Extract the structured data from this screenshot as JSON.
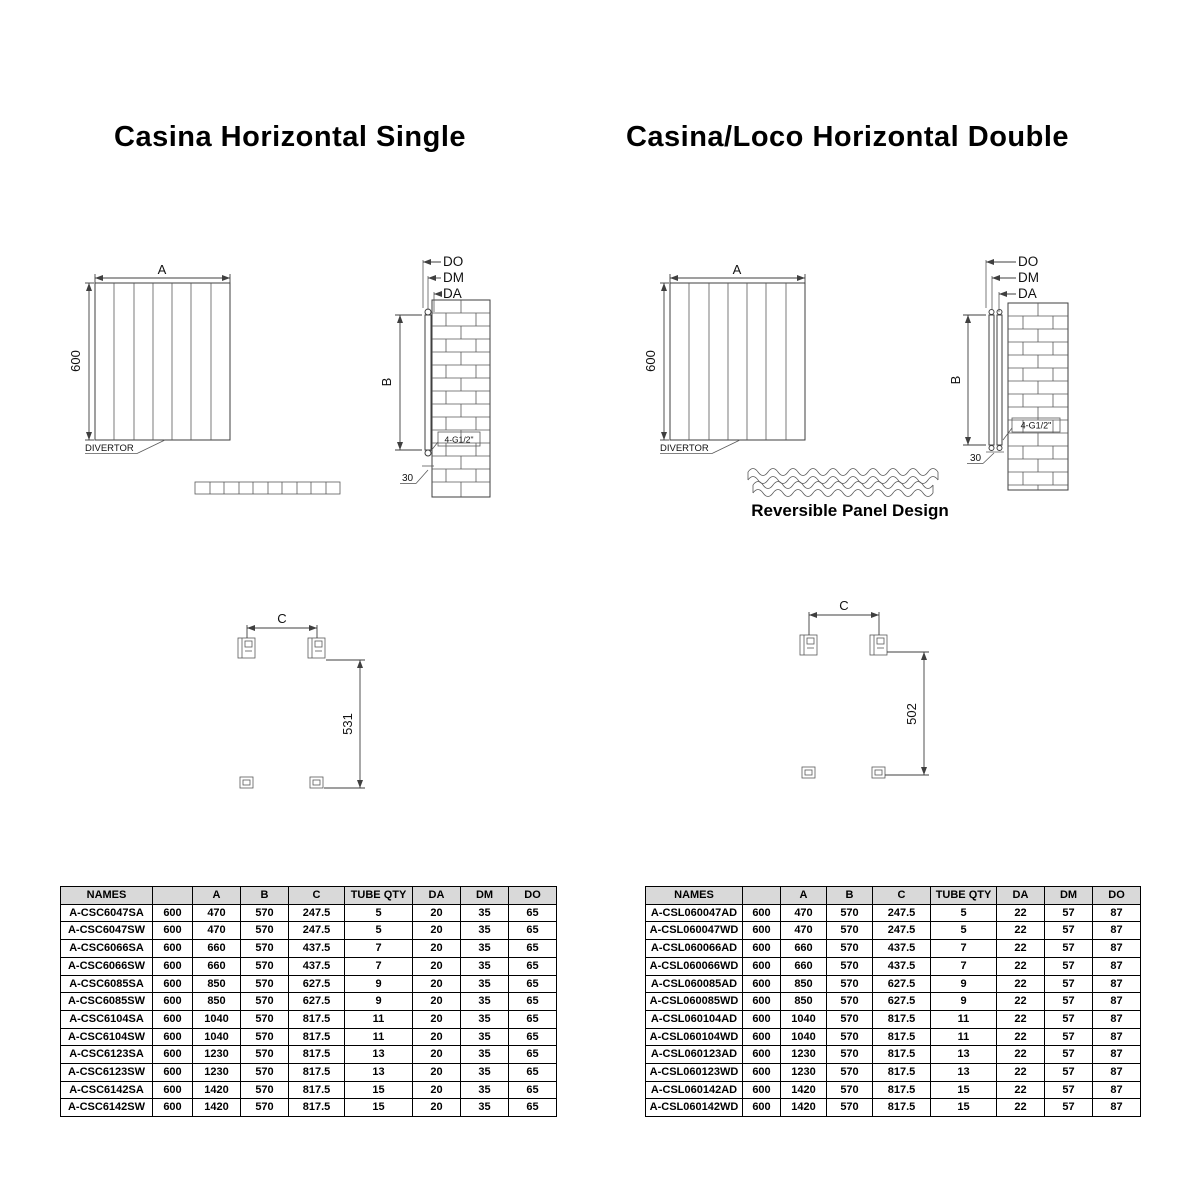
{
  "titles": {
    "left": "Casina Horizontal Single",
    "right": "Casina/Loco Horizontal Double"
  },
  "labels": {
    "left": {
      "dim_a": "A",
      "height": "600",
      "divertor": "DIVERTOR",
      "dim_do": "DO",
      "dim_dm": "DM",
      "dim_da": "DA",
      "dim_b": "B",
      "thread": "4-G1/2\"",
      "offset30": "30",
      "dim_c": "C",
      "bracket_span": "531"
    },
    "right": {
      "dim_a": "A",
      "height": "600",
      "divertor": "DIVERTOR",
      "dim_do": "DO",
      "dim_dm": "DM",
      "dim_da": "DA",
      "dim_b": "B",
      "thread": "4-G1/2\"",
      "offset30": "30",
      "dim_c": "C",
      "bracket_span": "502",
      "reversible": "Reversible Panel Design"
    }
  },
  "tables": {
    "left": {
      "headers": [
        "NAMES",
        "",
        "A",
        "B",
        "C",
        "TUBE QTY",
        "DA",
        "DM",
        "DO"
      ],
      "rows": [
        [
          "A-CSC6047SA",
          "600",
          "470",
          "570",
          "247.5",
          "5",
          "20",
          "35",
          "65"
        ],
        [
          "A-CSC6047SW",
          "600",
          "470",
          "570",
          "247.5",
          "5",
          "20",
          "35",
          "65"
        ],
        [
          "A-CSC6066SA",
          "600",
          "660",
          "570",
          "437.5",
          "7",
          "20",
          "35",
          "65"
        ],
        [
          "A-CSC6066SW",
          "600",
          "660",
          "570",
          "437.5",
          "7",
          "20",
          "35",
          "65"
        ],
        [
          "A-CSC6085SA",
          "600",
          "850",
          "570",
          "627.5",
          "9",
          "20",
          "35",
          "65"
        ],
        [
          "A-CSC6085SW",
          "600",
          "850",
          "570",
          "627.5",
          "9",
          "20",
          "35",
          "65"
        ],
        [
          "A-CSC6104SA",
          "600",
          "1040",
          "570",
          "817.5",
          "11",
          "20",
          "35",
          "65"
        ],
        [
          "A-CSC6104SW",
          "600",
          "1040",
          "570",
          "817.5",
          "11",
          "20",
          "35",
          "65"
        ],
        [
          "A-CSC6123SA",
          "600",
          "1230",
          "570",
          "817.5",
          "13",
          "20",
          "35",
          "65"
        ],
        [
          "A-CSC6123SW",
          "600",
          "1230",
          "570",
          "817.5",
          "13",
          "20",
          "35",
          "65"
        ],
        [
          "A-CSC6142SA",
          "600",
          "1420",
          "570",
          "817.5",
          "15",
          "20",
          "35",
          "65"
        ],
        [
          "A-CSC6142SW",
          "600",
          "1420",
          "570",
          "817.5",
          "15",
          "20",
          "35",
          "65"
        ]
      ]
    },
    "right": {
      "headers": [
        "NAMES",
        "",
        "A",
        "B",
        "C",
        "TUBE QTY",
        "DA",
        "DM",
        "DO"
      ],
      "rows": [
        [
          "A-CSL060047AD",
          "600",
          "470",
          "570",
          "247.5",
          "5",
          "22",
          "57",
          "87"
        ],
        [
          "A-CSL060047WD",
          "600",
          "470",
          "570",
          "247.5",
          "5",
          "22",
          "57",
          "87"
        ],
        [
          "A-CSL060066AD",
          "600",
          "660",
          "570",
          "437.5",
          "7",
          "22",
          "57",
          "87"
        ],
        [
          "A-CSL060066WD",
          "600",
          "660",
          "570",
          "437.5",
          "7",
          "22",
          "57",
          "87"
        ],
        [
          "A-CSL060085AD",
          "600",
          "850",
          "570",
          "627.5",
          "9",
          "22",
          "57",
          "87"
        ],
        [
          "A-CSL060085WD",
          "600",
          "850",
          "570",
          "627.5",
          "9",
          "22",
          "57",
          "87"
        ],
        [
          "A-CSL060104AD",
          "600",
          "1040",
          "570",
          "817.5",
          "11",
          "22",
          "57",
          "87"
        ],
        [
          "A-CSL060104WD",
          "600",
          "1040",
          "570",
          "817.5",
          "11",
          "22",
          "57",
          "87"
        ],
        [
          "A-CSL060123AD",
          "600",
          "1230",
          "570",
          "817.5",
          "13",
          "22",
          "57",
          "87"
        ],
        [
          "A-CSL060123WD",
          "600",
          "1230",
          "570",
          "817.5",
          "13",
          "22",
          "57",
          "87"
        ],
        [
          "A-CSL060142AD",
          "600",
          "1420",
          "570",
          "817.5",
          "15",
          "22",
          "57",
          "87"
        ],
        [
          "A-CSL060142WD",
          "600",
          "1420",
          "570",
          "817.5",
          "15",
          "22",
          "57",
          "87"
        ]
      ]
    }
  }
}
